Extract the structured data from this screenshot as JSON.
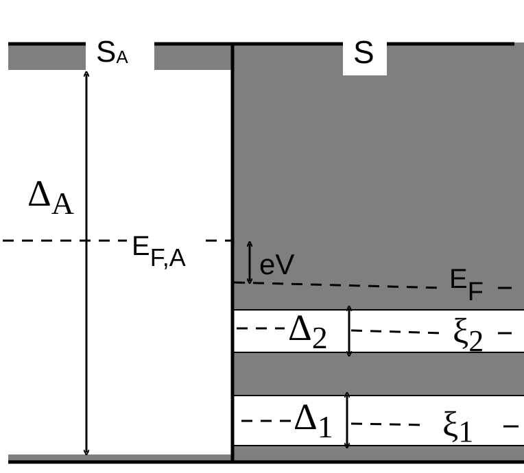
{
  "labels": {
    "sa_main": "S",
    "sa_sub": "A",
    "s": "S",
    "delta_a_main": "Δ",
    "delta_a_sub": "A",
    "ef_a_main": "E",
    "ef_a_sub": "F,A",
    "ev": "eV",
    "ef_main": "E",
    "ef_sub": "F",
    "delta2_main": "Δ",
    "delta2_sub": "2",
    "xi2_main": "ξ",
    "xi2_sub": "2",
    "delta1_main": "Δ",
    "delta1_sub": "1",
    "xi1_main": "ξ",
    "xi1_sub": "1"
  },
  "colors": {
    "fill": "#7f7f7f",
    "line": "#000000",
    "background": "#ffffff"
  }
}
